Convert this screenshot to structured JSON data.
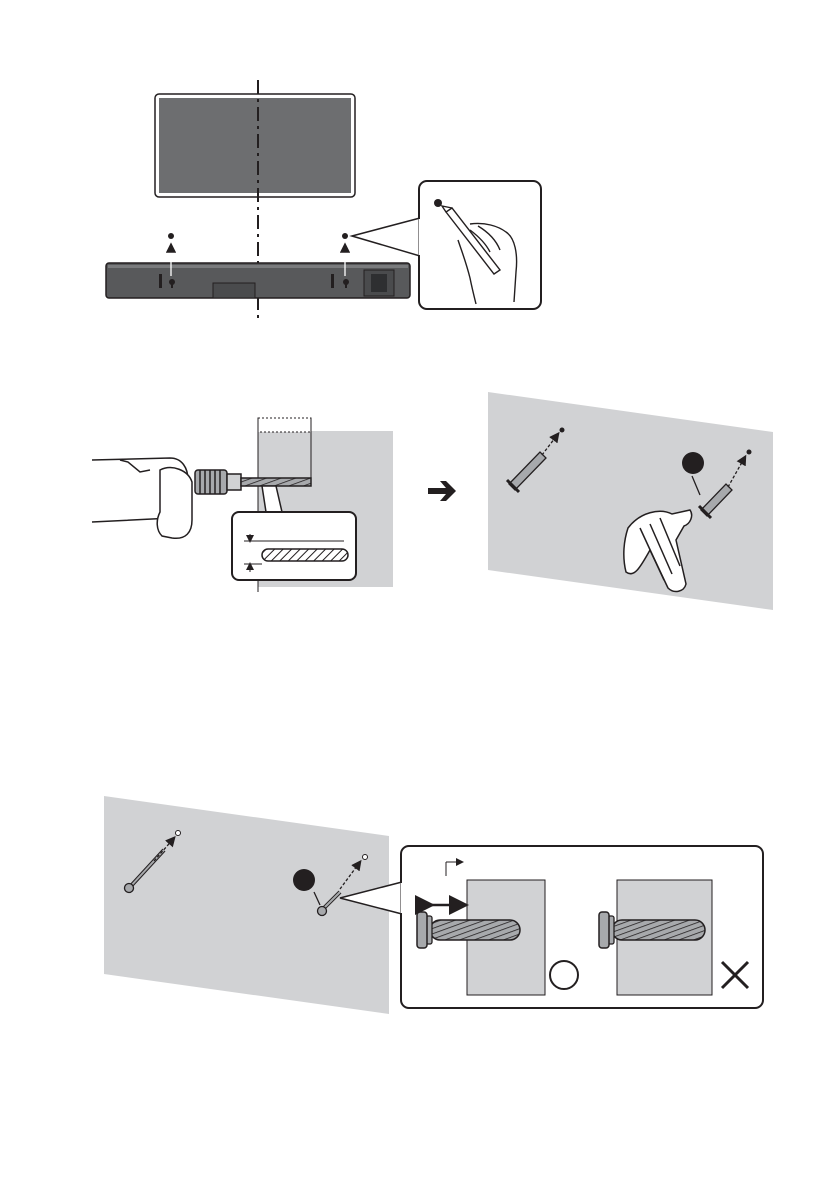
{
  "colors": {
    "ink": "#231f20",
    "tv_screen": "#6d6e70",
    "soundbar": "#58595b",
    "wall": "#d1d2d4",
    "metal": "#a7a9ac",
    "white": "#ffffff"
  },
  "figures": [
    {
      "step": "mark-holes",
      "description_icons": [
        "tv-icon",
        "soundbar-icon",
        "pencil-hand-icon"
      ]
    },
    {
      "step": "drill-and-anchor",
      "description_icons": [
        "drill-icon",
        "arrow-right-icon",
        "wall-anchor-icon",
        "hammer-icon"
      ]
    },
    {
      "step": "insert-screws",
      "description_icons": [
        "screw-icon",
        "correct-mark-icon",
        "incorrect-mark-icon"
      ]
    }
  ]
}
